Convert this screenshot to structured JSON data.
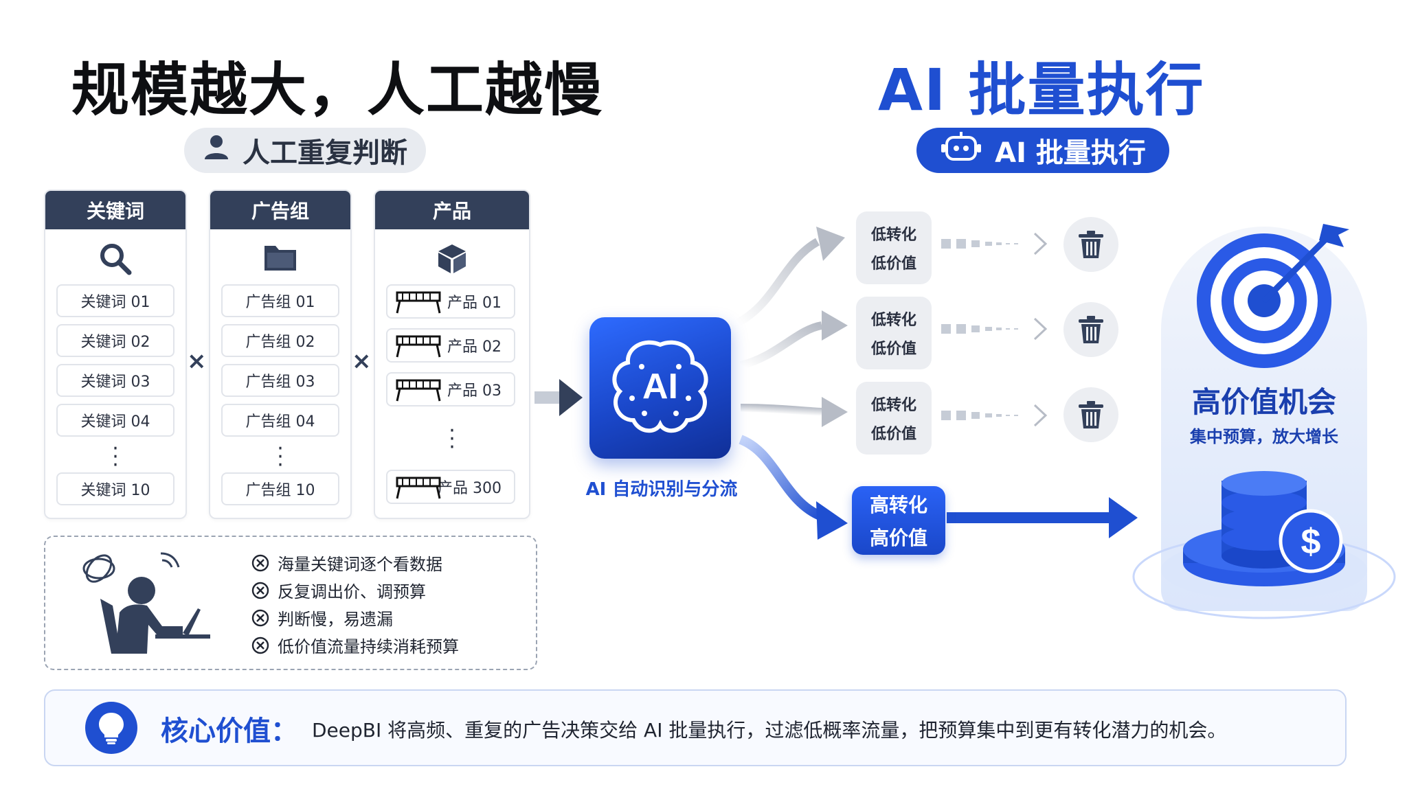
{
  "left_title": "规模越大，人工越慢",
  "right_title": "AI 批量执行",
  "left_pill": {
    "label": "人工重复判断",
    "icon": "user-icon"
  },
  "right_pill": {
    "label": "AI 批量执行",
    "icon": "robot-icon"
  },
  "columns": [
    {
      "header": "关键词",
      "icon": "search-icon",
      "items": [
        "关键词 01",
        "关键词 02",
        "关键词 03",
        "关键词 04",
        "关键词 10"
      ]
    },
    {
      "header": "广告组",
      "icon": "folder-icon",
      "items": [
        "广告组 01",
        "广告组 02",
        "广告组 03",
        "广告组 04",
        "广告组 10"
      ]
    },
    {
      "header": "产品",
      "icon": "box-icon",
      "items": [
        "产品 01",
        "产品 02",
        "产品 03",
        "产品 300"
      ]
    }
  ],
  "multiply_symbol": "×",
  "pain_points": [
    "海量关键词逐个看数据",
    "反复调出价、调预算",
    "判断慢，易遗漏",
    "低价值流量持续消耗预算"
  ],
  "ai_chip": {
    "label": "AI",
    "caption": "AI 自动识别与分流"
  },
  "low_value_tag": {
    "line1": "低转化",
    "line2": "低价值"
  },
  "high_value_tag": {
    "line1": "高转化",
    "line2": "高价值"
  },
  "opportunity": {
    "title": "高价值机会",
    "subtitle": "集中预算，放大增长",
    "coin_symbol": "$"
  },
  "banner": {
    "label": "核心价值：",
    "text": "DeepBI 将高频、重复的广告决策交给 AI 批量执行，过滤低概率流量，把预算集中到更有转化潜力的机会。",
    "icon": "lightbulb-icon"
  },
  "colors": {
    "accent": "#1f4fd1",
    "header_dark": "#33405a",
    "muted_bg": "#eceef2"
  }
}
